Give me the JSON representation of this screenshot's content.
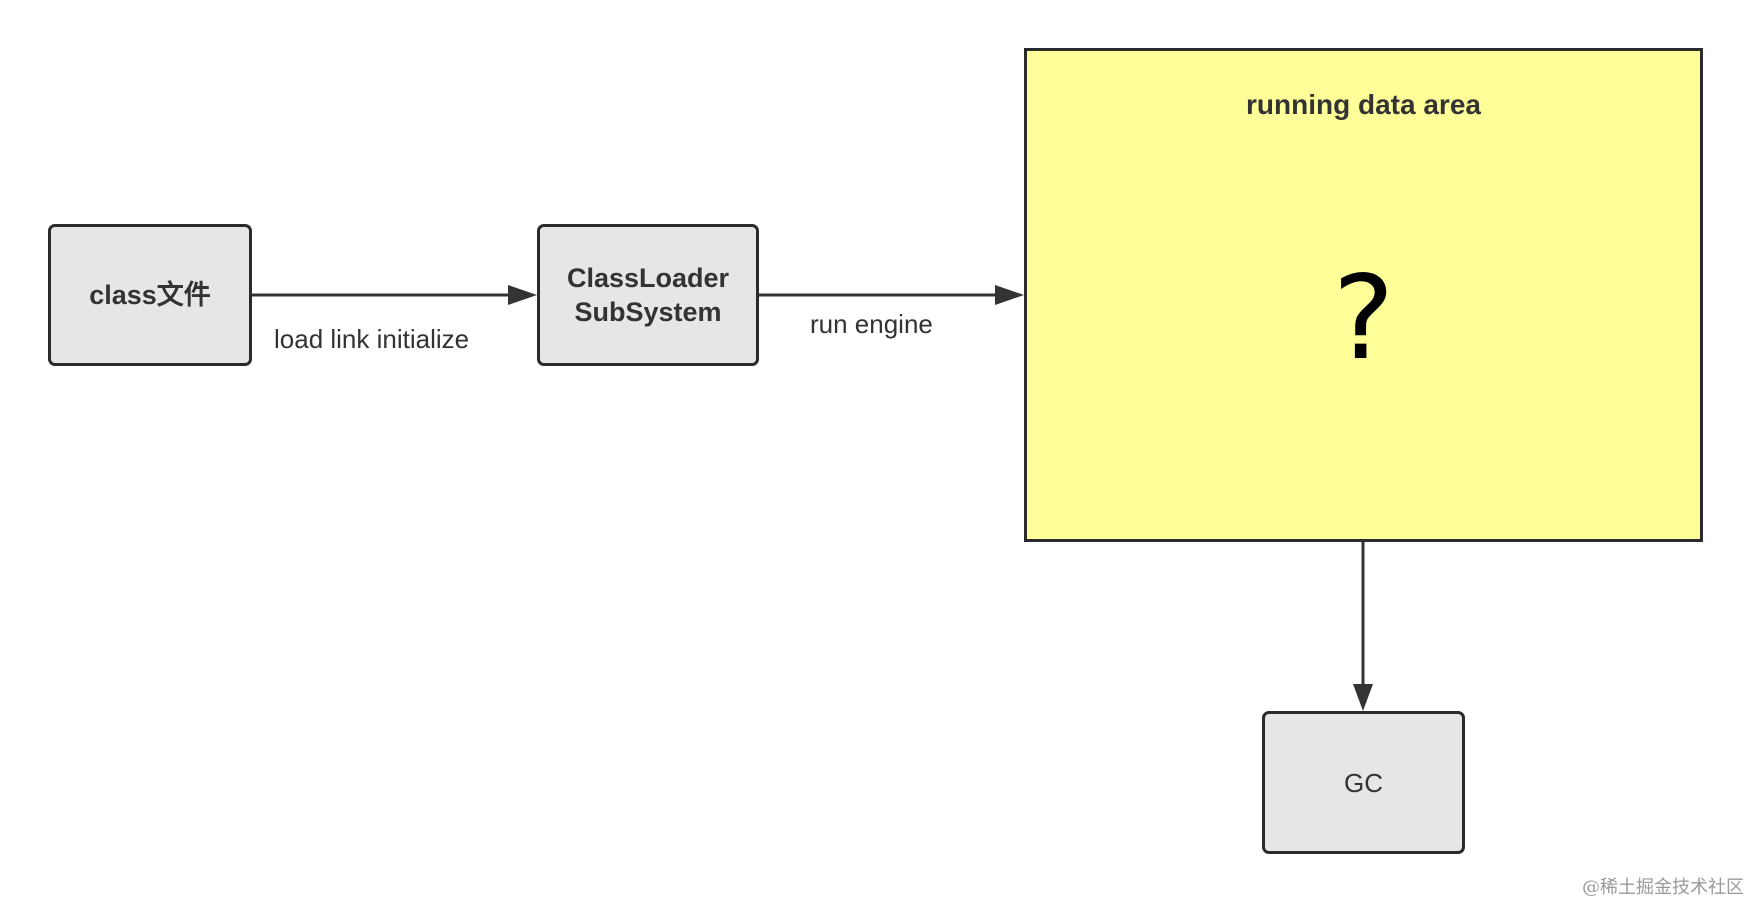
{
  "nodes": {
    "class_file": {
      "label": "class文件"
    },
    "classloader": {
      "label": "ClassLoader\nSubSystem"
    },
    "gc": {
      "label": "GC"
    }
  },
  "running_area": {
    "title": "running data area",
    "content": "?"
  },
  "edges": {
    "class_to_loader": {
      "label": "load link initialize"
    },
    "loader_to_area": {
      "label": "run engine"
    }
  },
  "watermark": "@稀土掘金技术社区",
  "colors": {
    "node_fill": "#e6e6e6",
    "node_border": "#2b2b2b",
    "area_fill": "#ffff9a",
    "text": "#333333",
    "arrow": "#333333"
  }
}
